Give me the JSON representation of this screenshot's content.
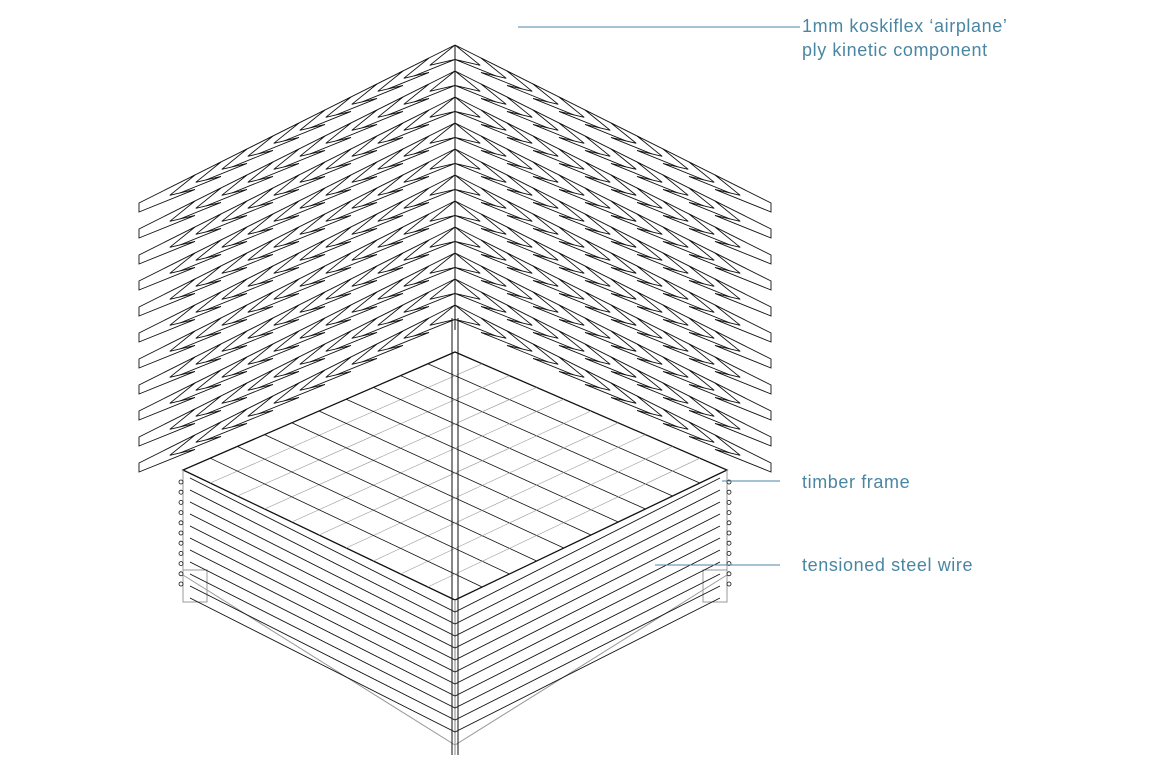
{
  "colors": {
    "line": "#111111",
    "light_line": "#9a9a9a",
    "leader": "#4a86a3",
    "label_text": "#4a86a3",
    "background": "#ffffff"
  },
  "annotations": {
    "airplane_component": {
      "line1": "1mm koskiflex ‘airplane’",
      "line2": "ply kinetic component"
    },
    "timber_frame": "timber frame",
    "steel_wire": "tensioned steel wire"
  }
}
